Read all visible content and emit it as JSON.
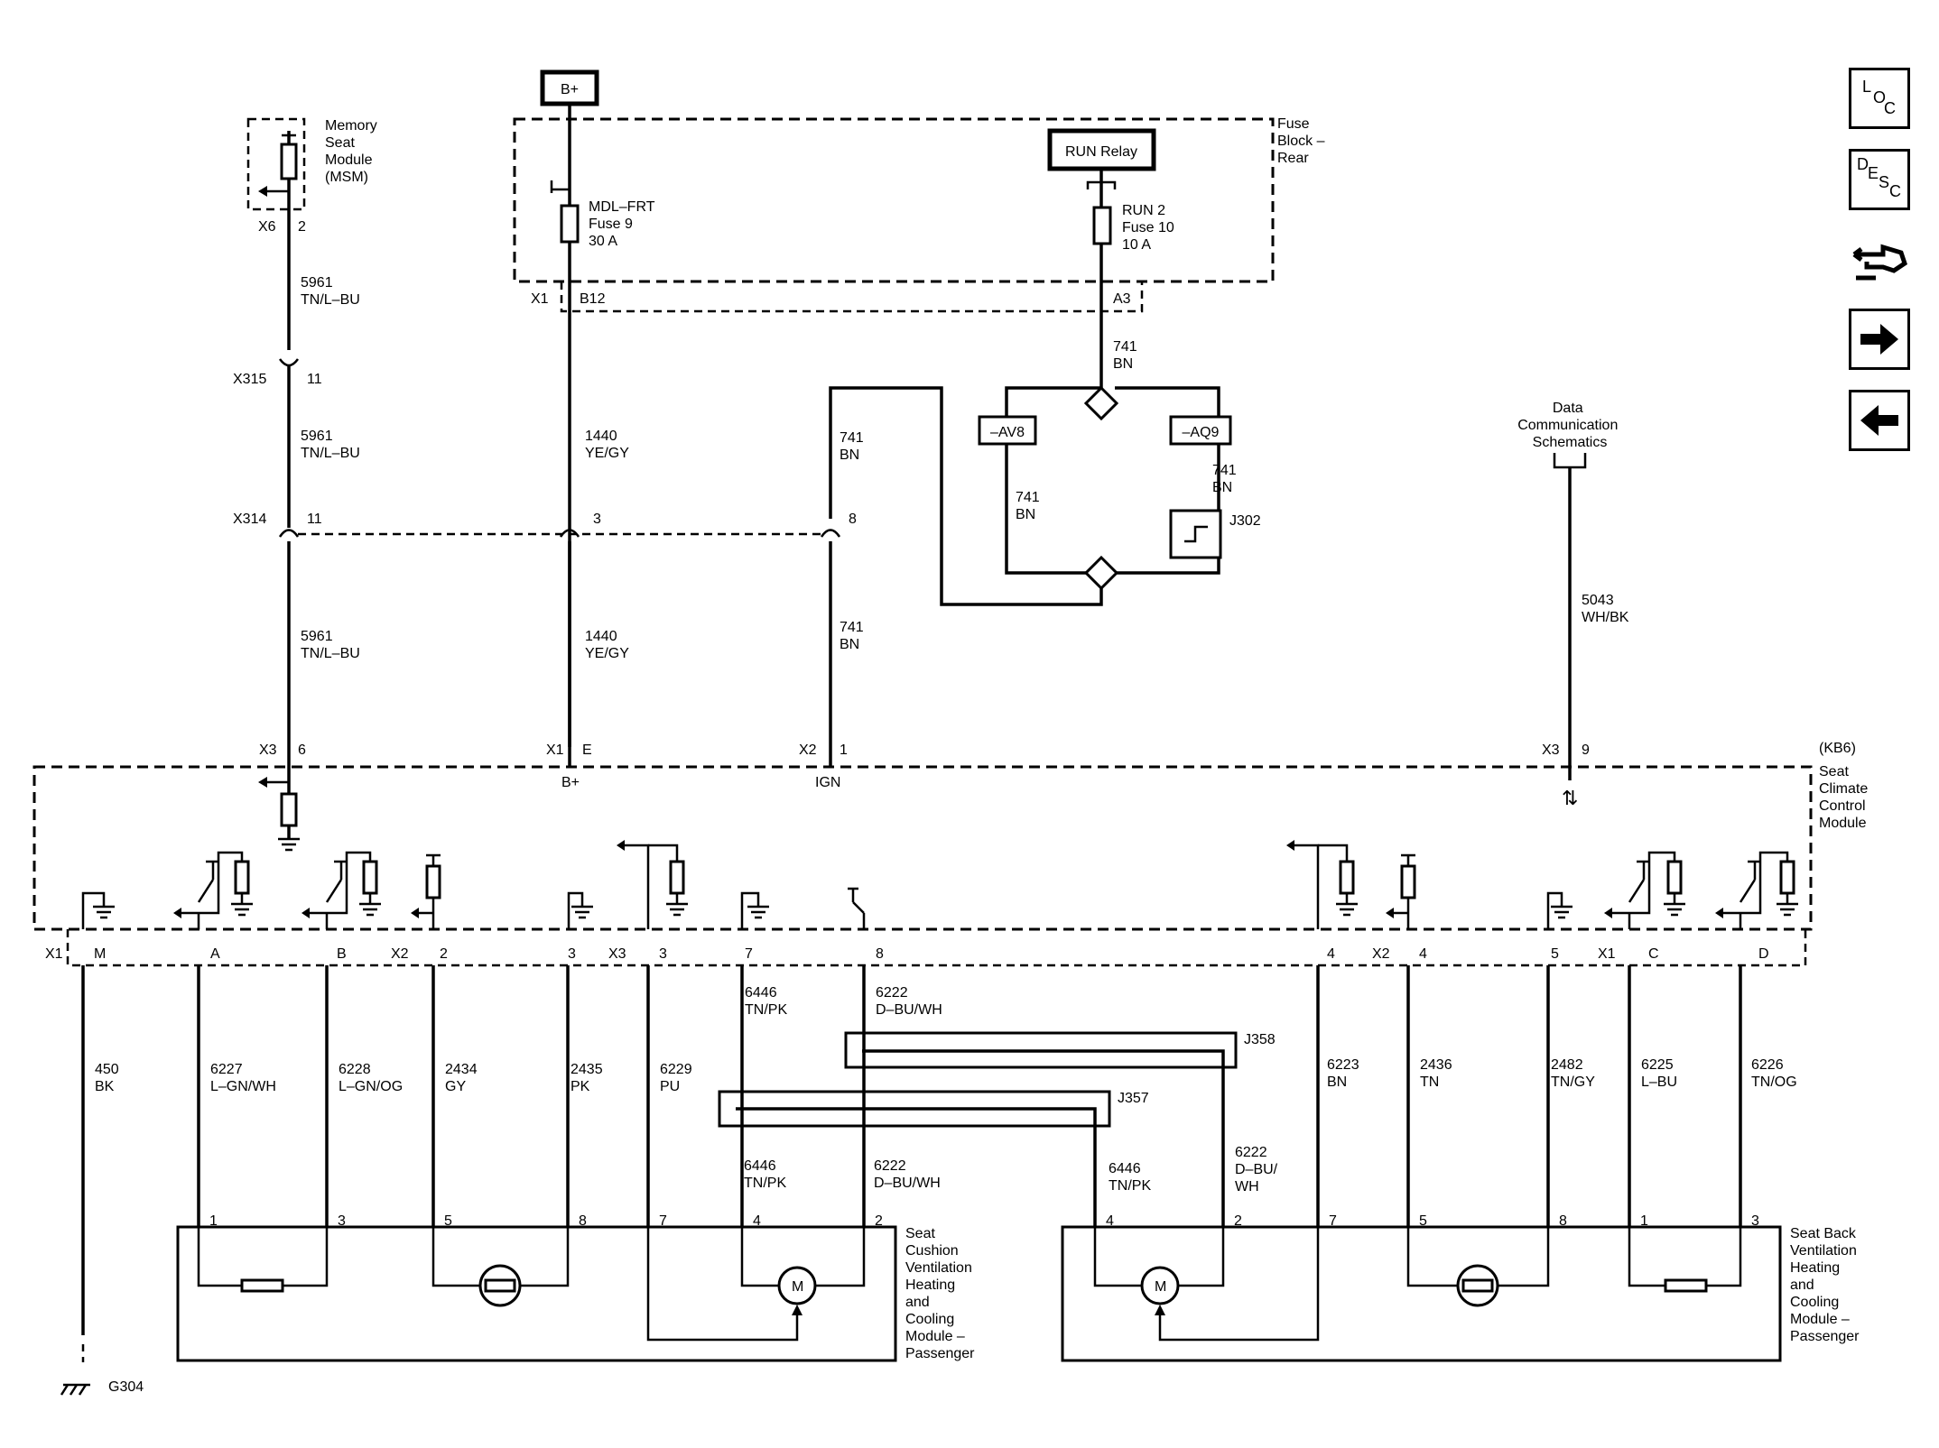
{
  "power": {
    "bplus_top": "B+",
    "fuse_block_label": [
      "Fuse",
      "Block –",
      "Rear"
    ],
    "fuse9": [
      "MDL–FRT",
      "Fuse 9",
      "30 A"
    ],
    "fuse10": [
      "RUN 2",
      "Fuse 10",
      "10 A"
    ],
    "run_relay": "RUN Relay"
  },
  "memory_seat": {
    "label": [
      "Memory",
      "Seat",
      "Module",
      "(MSM)"
    ],
    "conn": "X6",
    "pin": "2"
  },
  "connectors": {
    "x1": "X1",
    "b12": "B12",
    "a3": "A3",
    "x315": "X315",
    "x315_pin": "11",
    "x314": "X314",
    "x314_pin": "11",
    "x314_pin3": "3",
    "x314_pin8": "8",
    "x3": "X3",
    "x3_pin6": "6",
    "x1b": "X1",
    "x1_pinE": "E",
    "x2": "X2",
    "x2_pin1": "1",
    "x3b": "X3",
    "x3_pin9": "9",
    "j302": "J302",
    "j358": "J358",
    "j357": "J357",
    "av8": "–AV8",
    "aq9": "–AQ9"
  },
  "wires_top": {
    "w5961_a": [
      "5961",
      "TN/L–BU"
    ],
    "w5961_b": [
      "5961",
      "TN/L–BU"
    ],
    "w5961_c": [
      "5961",
      "TN/L–BU"
    ],
    "w1440_a": [
      "1440",
      "YE/GY"
    ],
    "w1440_b": [
      "1440",
      "YE/GY"
    ],
    "w741_a": [
      "741",
      "BN"
    ],
    "w741_b": [
      "741",
      "BN"
    ],
    "w741_c": [
      "741",
      "BN"
    ],
    "w741_d": [
      "741",
      "BN"
    ],
    "w741_e": [
      "741",
      "BN"
    ],
    "w5043": [
      "5043",
      "WH/BK"
    ]
  },
  "data_comm": [
    "Data",
    "Communication",
    "Schematics"
  ],
  "module": {
    "option": "(KB6)",
    "label": [
      "Seat",
      "Climate",
      "Control",
      "Module"
    ],
    "bplus": "B+",
    "ign": "IGN"
  },
  "lower_connectors": {
    "c1": "X1",
    "c1_pins": [
      "M",
      "A",
      "B"
    ],
    "c2": "X2",
    "c2_pins": [
      "2",
      "3"
    ],
    "c3": "X3",
    "c3_pins": [
      "3",
      "7",
      "8",
      "4"
    ],
    "c4": "X2",
    "c4_pins": [
      "4",
      "5"
    ],
    "c5": "X1",
    "c5_pins": [
      "C",
      "D"
    ]
  },
  "wires_bottom": [
    [
      "450",
      "BK"
    ],
    [
      "6227",
      "L–GN/WH"
    ],
    [
      "6228",
      "L–GN/OG"
    ],
    [
      "2434",
      "GY"
    ],
    [
      "2435",
      "PK"
    ],
    [
      "6229",
      "PU"
    ],
    [
      "6446",
      "TN/PK"
    ],
    [
      "6222",
      "D–BU/WH"
    ],
    [
      "6223",
      "BN"
    ],
    [
      "2436",
      "TN"
    ],
    [
      "2482",
      "TN/GY"
    ],
    [
      "6225",
      "L–BU"
    ],
    [
      "6226",
      "TN/OG"
    ]
  ],
  "wires_mid": {
    "w6446_a": [
      "6446",
      "TN/PK"
    ],
    "w6222_a": [
      "6222",
      "D–BU/WH"
    ],
    "w6446_b": [
      "6446",
      "TN/PK"
    ],
    "w6222_b": [
      "6222",
      "D–BU/",
      "WH"
    ]
  },
  "cushion_module": {
    "label": [
      "Seat",
      "Cushion",
      "Ventilation",
      "Heating",
      "and",
      "Cooling",
      "Module –",
      "Passenger"
    ],
    "pins": [
      "1",
      "3",
      "5",
      "8",
      "7",
      "4",
      "2"
    ]
  },
  "back_module": {
    "label": [
      "Seat Back",
      "Ventilation",
      "Heating",
      "and",
      "Cooling",
      "Module –",
      "Passenger"
    ],
    "pins": [
      "4",
      "2",
      "7",
      "5",
      "8",
      "1",
      "3"
    ]
  },
  "ground": "G304",
  "motor": "M",
  "nav": {
    "loc": [
      "L",
      "O",
      "C"
    ],
    "desc": [
      "D",
      "E",
      "S",
      "C"
    ]
  }
}
